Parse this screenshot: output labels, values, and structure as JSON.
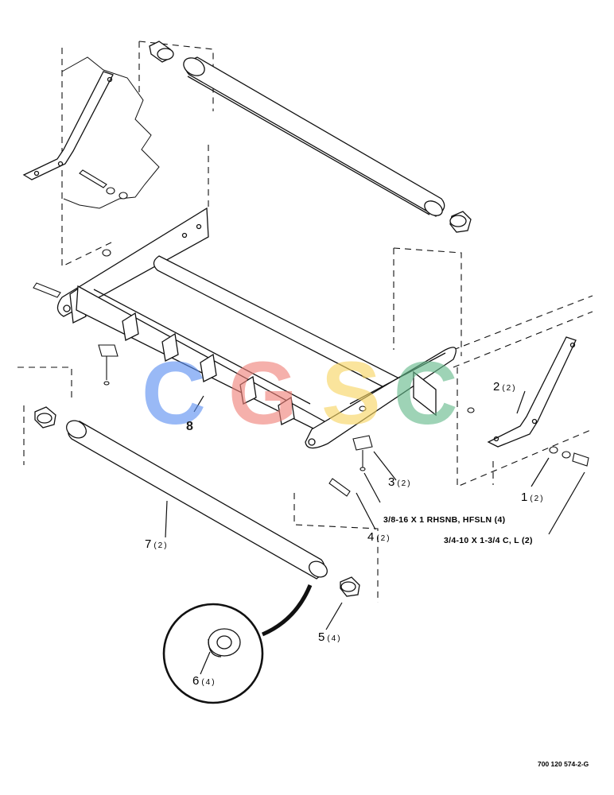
{
  "drawing_id": "700 120 574-2-G",
  "watermark": {
    "letters": [
      "C",
      "G",
      "S",
      "C"
    ],
    "colors": [
      "#5b8ff2",
      "#ef8078",
      "#f7d560",
      "#63b98a"
    ]
  },
  "callouts": [
    {
      "id": "1",
      "qty": "(2)"
    },
    {
      "id": "2",
      "qty": "(2)"
    },
    {
      "id": "3",
      "qty": "(2)"
    },
    {
      "id": "4",
      "qty": "(2)"
    },
    {
      "id": "5",
      "qty": "(4)"
    },
    {
      "id": "6",
      "qty": "(4)"
    },
    {
      "id": "7",
      "qty": "(2)"
    },
    {
      "id": "8",
      "qty": ""
    }
  ],
  "hardware_notes": {
    "bolt_small": "3/8-16 X 1 RHSNB, HFSLN (4)",
    "bolt_large": "3/4-10 X 1-3/4 C, L (2)"
  }
}
